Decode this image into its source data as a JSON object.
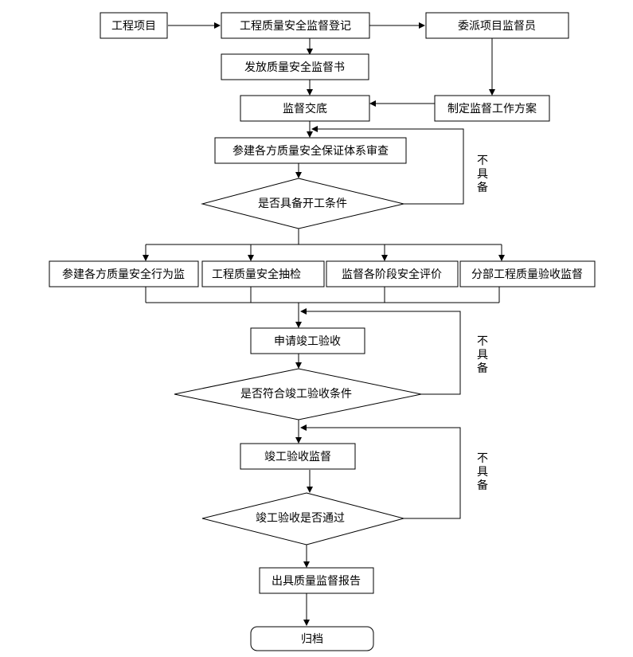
{
  "nodes": {
    "project": "工程项目",
    "register": "工程质量安全监督登记",
    "assign_supervisor": "委派项目监督员",
    "issue_letter": "发放质量安全监督书",
    "briefing": "监督交底",
    "make_plan": "制定监督工作方案",
    "system_review": "参建各方质量安全保证体系审查",
    "start_conditions": "是否具备开工条件",
    "behavior_supervision": "参建各方质量安全行为监",
    "spot_check": "工程质量安全抽检",
    "stage_evaluation": "监督各阶段安全评价",
    "subdivision_acceptance": "分部工程质量验收监督",
    "apply_completion": "申请竣工验收",
    "completion_conditions": "是否符合竣工验收条件",
    "completion_supervision": "竣工验收监督",
    "acceptance_passed": "竣工验收是否通过",
    "issue_report": "出具质量监督报告",
    "archive": "归档"
  },
  "loop_labels": {
    "loop1": "不具备",
    "loop2": "不具备",
    "loop3": "不具备"
  }
}
